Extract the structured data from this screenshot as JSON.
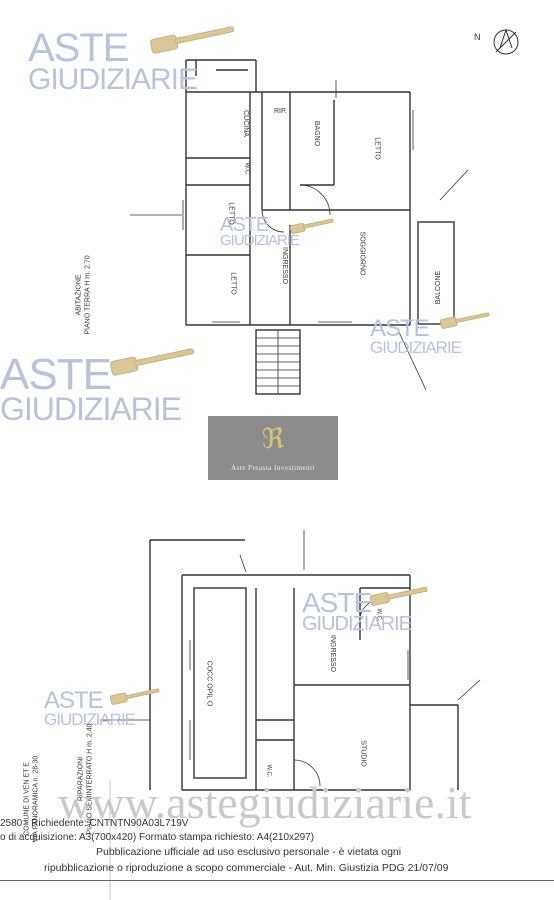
{
  "watermark": {
    "brand_line1": "ASTE",
    "brand_line2": "GIUDIZIARIE",
    "url": "www.astegiudiziarie.it"
  },
  "logo": {
    "text": "Aste Preasta Investimenti"
  },
  "compass": {
    "label": "N"
  },
  "plan_upper": {
    "rooms": {
      "cucina": "CUCINA",
      "rip": "RIP.",
      "bagno": "BAGNO",
      "letto_right": "LETTO",
      "letto_mid": "LETTO",
      "letto_bottom": "LETTO",
      "ingresso": "INGRESSO",
      "soggiorno": "SOGGIORNO",
      "balcone": "BALCONE",
      "wc": "W.C."
    },
    "caption_line1": "ABITAZIONE",
    "caption_line2": "PIANO TERRA    H m. 2.70"
  },
  "plan_lower": {
    "rooms": {
      "cocoopiato": "COCC OPIL O",
      "ingresso": "INGRESSO",
      "studio": "STUDIO",
      "wc_top": "W.C.",
      "wc_bottom": "W.C."
    },
    "caption_line1": "RIPARAZIONI",
    "caption_line2": "PIANO SEMINTERRATO    H m. 2.40",
    "left_caption_line1": "COMUNE DI VEN ET E",
    "left_caption_line2": "VIA PANORAMICA  n. 28-30"
  },
  "footer": {
    "line1": "2580 - Richiedente: CNTNTN90A03L719V",
    "line2": "o di acquisizione: A3(700x420)   Formato stampa richiesto: A4(210x297)",
    "line3": "Pubblicazione ufficiale ad uso esclusivo personale - è vietata ogni",
    "line4": "ripubblicazione o riproduzione a scopo commerciale - Aut. Min. Giustizia PDG 21/07/09"
  }
}
